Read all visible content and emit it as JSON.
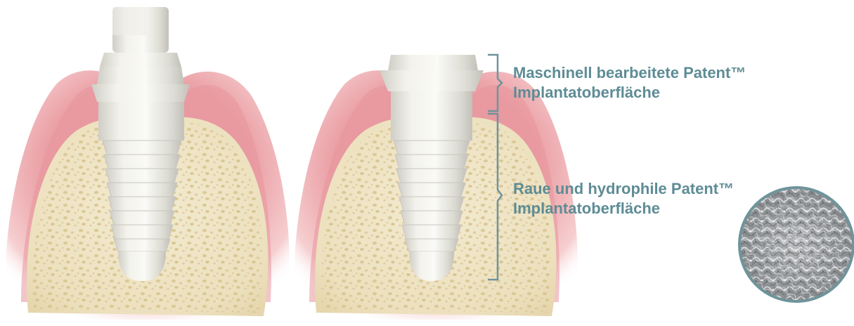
{
  "labels": {
    "machined_surface": {
      "line1": "Maschinell bearbeitete Patent™",
      "line2": "Implantatoberfläche"
    },
    "rough_surface": {
      "line1": "Raue und hydrophile Patent™",
      "line2": "Implantatoberfläche"
    }
  },
  "colors": {
    "accent": "#5e8c95",
    "gum": "#e89aa0",
    "gum_light": "#f7d5d5",
    "bone": "#efe4c4",
    "bone_pore": "#dccb9c",
    "implant": "#ecebe4",
    "implant_shadow": "#c9c8c0"
  }
}
